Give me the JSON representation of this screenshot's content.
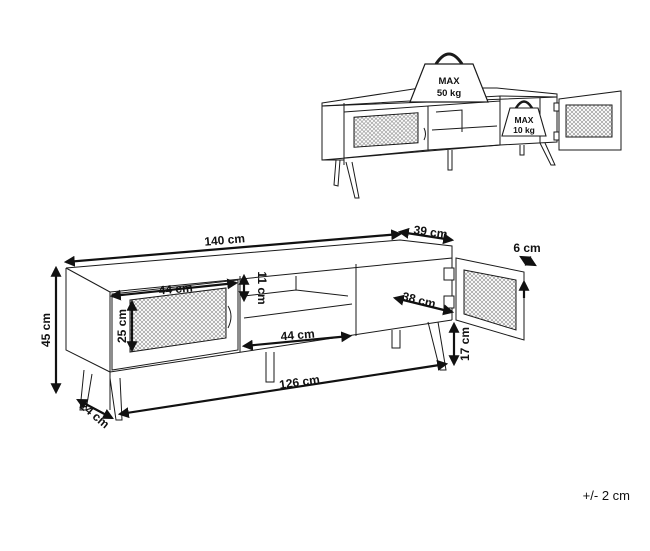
{
  "weights": {
    "top_max": "MAX",
    "top_value": "50 kg",
    "shelf_max": "MAX",
    "shelf_value": "10 kg"
  },
  "dimensions": {
    "total_width": "140 cm",
    "depth": "39 cm",
    "door_panel_depth": "6 cm",
    "total_height": "45 cm",
    "compartment_width": "44 cm",
    "compartment_height": "25 cm",
    "shelf_gap": "11 cm",
    "shelf_width": "44 cm",
    "inner_depth": "38 cm",
    "leg_height": "17 cm",
    "leg_span": "126 cm",
    "leg_depth": "24 cm"
  },
  "tolerance": "+/- 2 cm",
  "colors": {
    "line": "#1a1a1a",
    "rattan": "#9a9a9a",
    "background": "#ffffff"
  }
}
